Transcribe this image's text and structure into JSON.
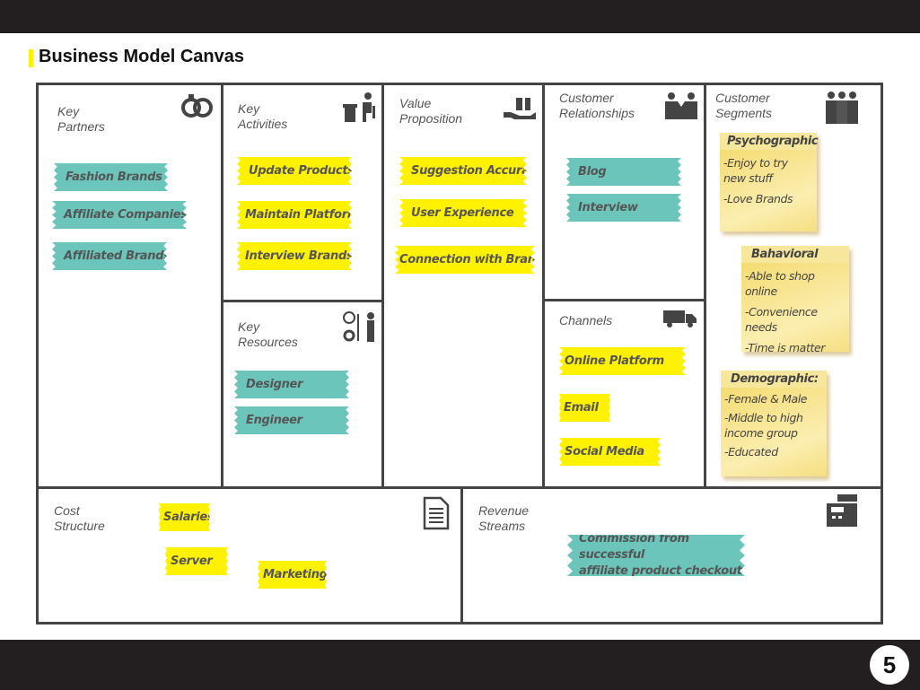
{
  "title": "Business Model Canvas",
  "page_number": "5",
  "colors": {
    "teal": "#6cc5bb",
    "yellow": "#fff200",
    "dark": "#231f20"
  },
  "sections": {
    "key_partners": {
      "label": "Key\nPartners",
      "icon": "rings-icon",
      "items": [
        "Fashion Brands",
        "Affiliate Companies",
        "Affiliated Brands"
      ]
    },
    "key_activities": {
      "label": "Key\nActivities",
      "icon": "person-at-desk-icon",
      "items": [
        "Update Products",
        "Maintain Platform",
        "Interview Brands"
      ]
    },
    "key_resources": {
      "label": "Key\nResources",
      "icon": "resources-icon",
      "items": [
        "Designer",
        "Engineer"
      ]
    },
    "value_proposition": {
      "label": "Value\nProposition",
      "icon": "gift-hand-icon",
      "items": [
        "Suggestion Accuracy",
        "User Experience",
        "Connection with Brands"
      ]
    },
    "customer_relationships": {
      "label": "Customer\nRelationships",
      "icon": "handshake-icon",
      "items": [
        "Blog",
        "Interview"
      ]
    },
    "channels": {
      "label": "Channels",
      "icon": "truck-icon",
      "items": [
        "Online Platform",
        "Email",
        "Social Media"
      ]
    },
    "customer_segments": {
      "label": "Customer\nSegments",
      "icon": "group-icon",
      "notes": [
        {
          "title": "Psychographic",
          "items": [
            "-Enjoy to try\n new stuff",
            "-Love Brands"
          ]
        },
        {
          "title": "Bahavioral",
          "items": [
            "-Able to shop online",
            "-Convenience needs",
            "-Time is matter"
          ]
        },
        {
          "title": "Demographic:",
          "items": [
            "-Female & Male",
            "-Middle to high\nincome group",
            "-Educated"
          ]
        }
      ]
    },
    "cost_structure": {
      "label": "Cost\nStructure",
      "icon": "document-icon",
      "items": [
        "Salaries",
        "Server",
        "Marketing"
      ]
    },
    "revenue_streams": {
      "label": "Revenue\nStreams",
      "icon": "cash-register-icon",
      "items": [
        "Commission from successful\naffiliate product checkout"
      ]
    }
  }
}
